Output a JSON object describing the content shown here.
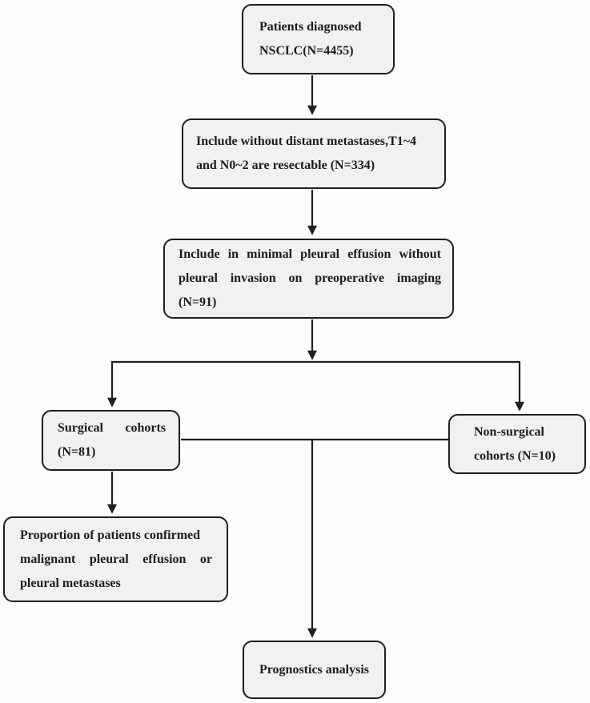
{
  "diagram": {
    "type": "flowchart",
    "boxes": {
      "b1": {
        "name": "patients-diagnosed",
        "lines": [
          "Patients diagnosed",
          "NSCLC(N=4455)"
        ]
      },
      "b2": {
        "name": "include-resectable",
        "lines": [
          "Include without distant metastases,T1~4",
          "and N0~2 are resectable (N=334)"
        ]
      },
      "b3": {
        "name": "include-minimal-pleural-effusion",
        "lines": [
          "Include in minimal pleural effusion without",
          "pleural invasion on preoperative imaging",
          "(N=91)"
        ]
      },
      "b4": {
        "name": "surgical-cohorts",
        "lines": [
          "Surgical cohorts",
          "(N=81)"
        ]
      },
      "b5": {
        "name": "non-surgical-cohorts",
        "lines": [
          "Non-surgical",
          "cohorts (N=10)"
        ]
      },
      "b6": {
        "name": "proportion-confirmed",
        "lines": [
          "Proportion of patients confirmed",
          "malignant pleural effusion or",
          "pleural metastases"
        ]
      },
      "b7": {
        "name": "prognostics-analysis",
        "lines": [
          "Prognostics analysis"
        ]
      }
    },
    "colors": {
      "background": "#fdfdfd",
      "box_fill": "#f2f1ef",
      "box_border": "#1f1f1f",
      "text": "#1b1b1b",
      "connector": "#1f1f1f"
    }
  }
}
